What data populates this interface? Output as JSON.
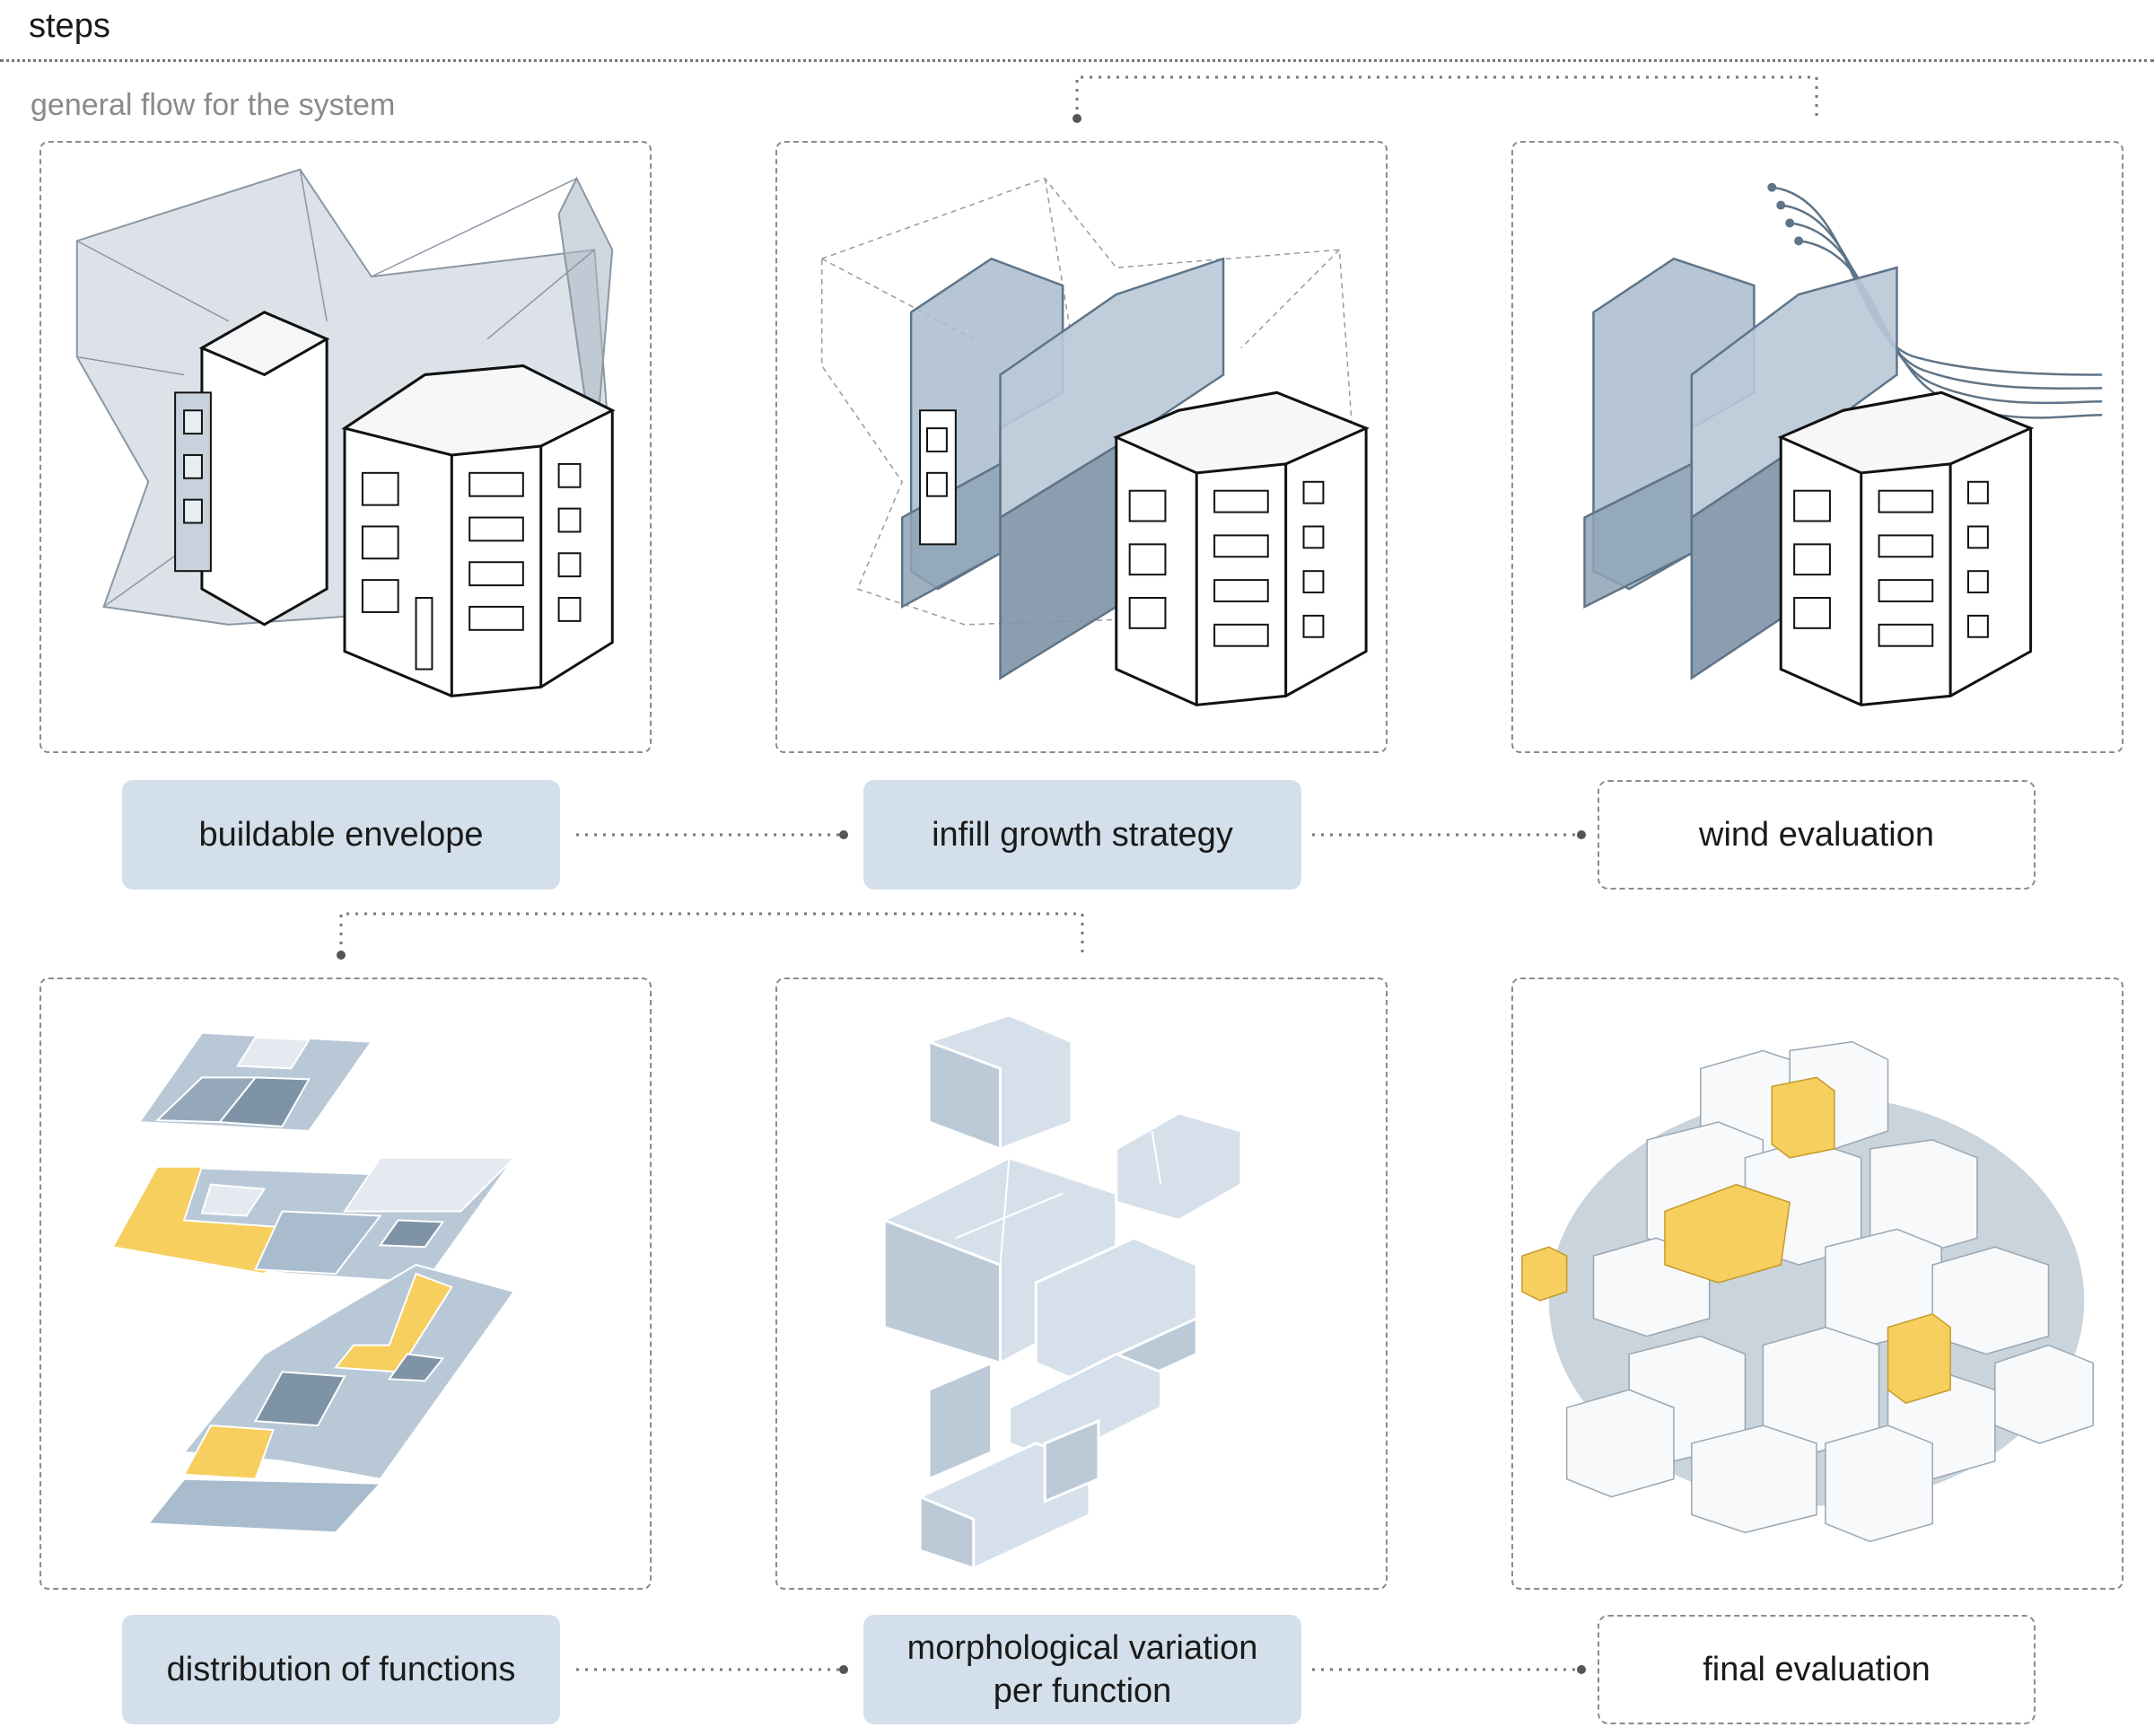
{
  "header": {
    "title": "steps",
    "subtitle": "general flow for the system"
  },
  "steps": [
    {
      "label": "buildable envelope",
      "style": "filled"
    },
    {
      "label": "infill growth strategy",
      "style": "filled"
    },
    {
      "label": "wind evaluation",
      "style": "outlined"
    },
    {
      "label": "distribution of functions",
      "style": "filled"
    },
    {
      "label": "morphological variation per function",
      "style": "filled"
    },
    {
      "label": "final evaluation",
      "style": "outlined"
    }
  ],
  "colors": {
    "accent_fill": "#d3dfea",
    "volume_blue": "#a9bccd",
    "volume_dark": "#7e93a6",
    "highlight": "#f7cf5f",
    "line": "#777777"
  }
}
